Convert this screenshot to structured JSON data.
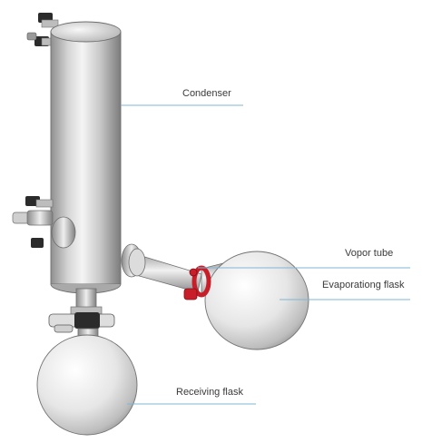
{
  "labels": {
    "condenser": "Condenser",
    "vapor_tube": "Vopor tube",
    "evaporating_flask": "Evaporationg flask",
    "receiving_flask": "Receiving flask"
  },
  "colors": {
    "leader_line": "#7fb7d6",
    "clamp": "#c81e2a",
    "metal_light": "#f2f2f2",
    "metal_dark": "#9a9a9a",
    "fitting": "#2b2b2b"
  }
}
